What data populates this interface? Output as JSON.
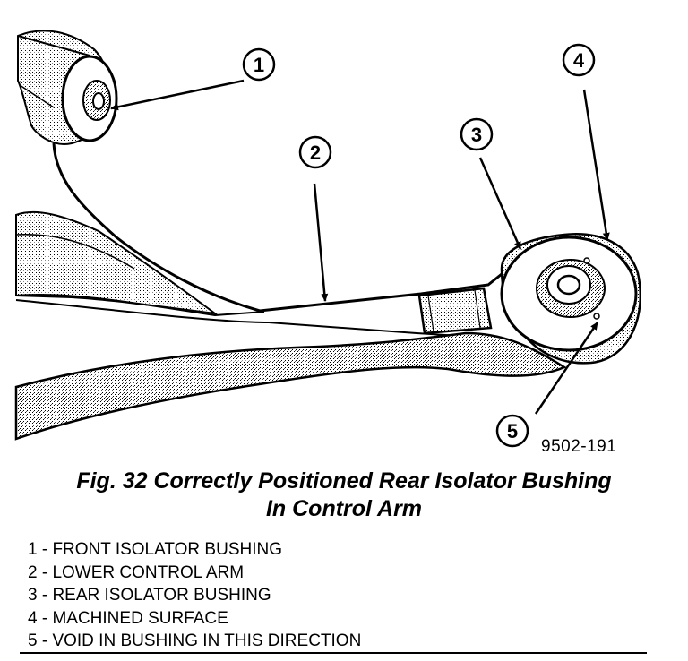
{
  "callouts": [
    "1",
    "2",
    "3",
    "4",
    "5"
  ],
  "figure_id": "9502-191",
  "caption": {
    "line1": "Fig. 32 Correctly Positioned Rear Isolator Bushing",
    "line2": "In Control Arm"
  },
  "legend": [
    "1 - FRONT ISOLATOR BUSHING",
    "2 - LOWER CONTROL ARM",
    "3 - REAR ISOLATOR BUSHING",
    "4 - MACHINED SURFACE",
    "5 - VOID IN BUSHING IN THIS DIRECTION"
  ]
}
